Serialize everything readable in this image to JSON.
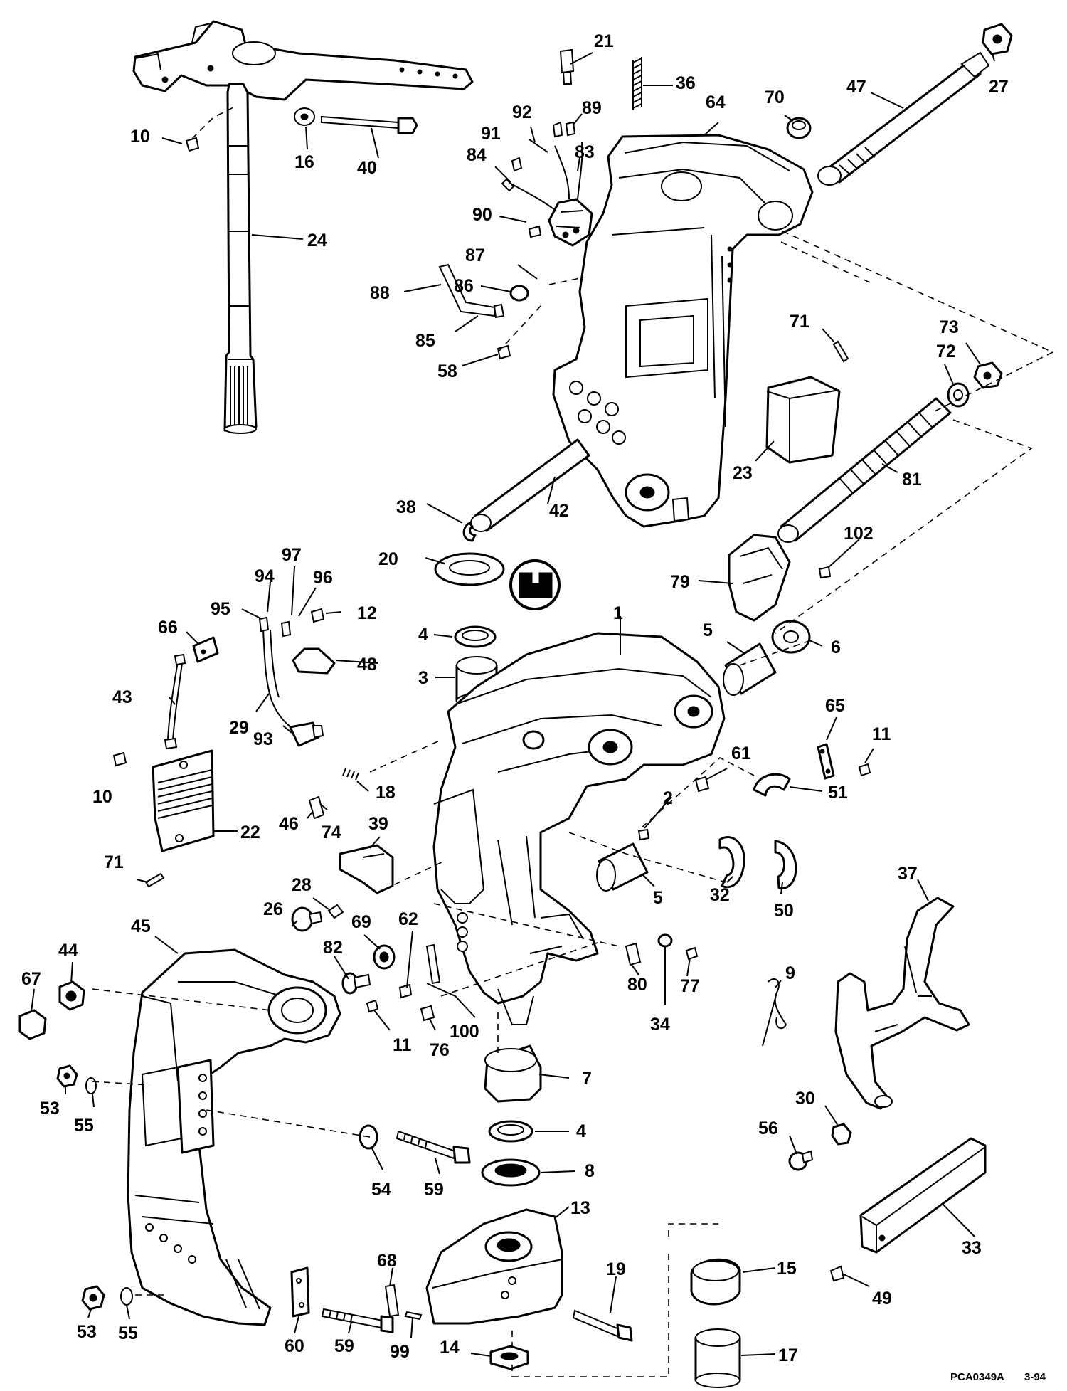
{
  "drawing_code": "PCA0349A",
  "revision": "3-94",
  "callouts": [
    {
      "label": "21"
    },
    {
      "label": "36"
    },
    {
      "label": "27"
    },
    {
      "label": "64"
    },
    {
      "label": "70"
    },
    {
      "label": "47"
    },
    {
      "label": "92"
    },
    {
      "label": "89"
    },
    {
      "label": "91"
    },
    {
      "label": "83"
    },
    {
      "label": "84"
    },
    {
      "label": "90"
    },
    {
      "label": "10"
    },
    {
      "label": "16"
    },
    {
      "label": "40"
    },
    {
      "label": "24"
    },
    {
      "label": "87"
    },
    {
      "label": "86"
    },
    {
      "label": "88"
    },
    {
      "label": "85"
    },
    {
      "label": "58"
    },
    {
      "label": "71"
    },
    {
      "label": "73"
    },
    {
      "label": "72"
    },
    {
      "label": "23"
    },
    {
      "label": "81"
    },
    {
      "label": "38"
    },
    {
      "label": "42"
    },
    {
      "label": "102"
    },
    {
      "label": "20"
    },
    {
      "label": "79"
    },
    {
      "label": "97"
    },
    {
      "label": "94"
    },
    {
      "label": "96"
    },
    {
      "label": "95"
    },
    {
      "label": "12"
    },
    {
      "label": "66"
    },
    {
      "label": "4"
    },
    {
      "label": "1"
    },
    {
      "label": "48"
    },
    {
      "label": "5"
    },
    {
      "label": "6"
    },
    {
      "label": "3"
    },
    {
      "label": "29"
    },
    {
      "label": "43"
    },
    {
      "label": "93"
    },
    {
      "label": "65"
    },
    {
      "label": "11"
    },
    {
      "label": "61"
    },
    {
      "label": "18"
    },
    {
      "label": "51"
    },
    {
      "label": "10"
    },
    {
      "label": "2"
    },
    {
      "label": "46"
    },
    {
      "label": "74"
    },
    {
      "label": "22"
    },
    {
      "label": "39"
    },
    {
      "label": "71"
    },
    {
      "label": "5"
    },
    {
      "label": "32"
    },
    {
      "label": "50"
    },
    {
      "label": "37"
    },
    {
      "label": "28"
    },
    {
      "label": "26"
    },
    {
      "label": "69"
    },
    {
      "label": "62"
    },
    {
      "label": "45"
    },
    {
      "label": "82"
    },
    {
      "label": "44"
    },
    {
      "label": "67"
    },
    {
      "label": "80"
    },
    {
      "label": "77"
    },
    {
      "label": "34"
    },
    {
      "label": "9"
    },
    {
      "label": "11"
    },
    {
      "label": "76"
    },
    {
      "label": "100"
    },
    {
      "label": "7"
    },
    {
      "label": "53"
    },
    {
      "label": "55"
    },
    {
      "label": "30"
    },
    {
      "label": "56"
    },
    {
      "label": "4"
    },
    {
      "label": "54"
    },
    {
      "label": "59"
    },
    {
      "label": "8"
    },
    {
      "label": "13"
    },
    {
      "label": "33"
    },
    {
      "label": "68"
    },
    {
      "label": "19"
    },
    {
      "label": "15"
    },
    {
      "label": "49"
    },
    {
      "label": "53"
    },
    {
      "label": "55"
    },
    {
      "label": "60"
    },
    {
      "label": "59"
    },
    {
      "label": "99"
    },
    {
      "label": "14"
    },
    {
      "label": "17"
    }
  ]
}
